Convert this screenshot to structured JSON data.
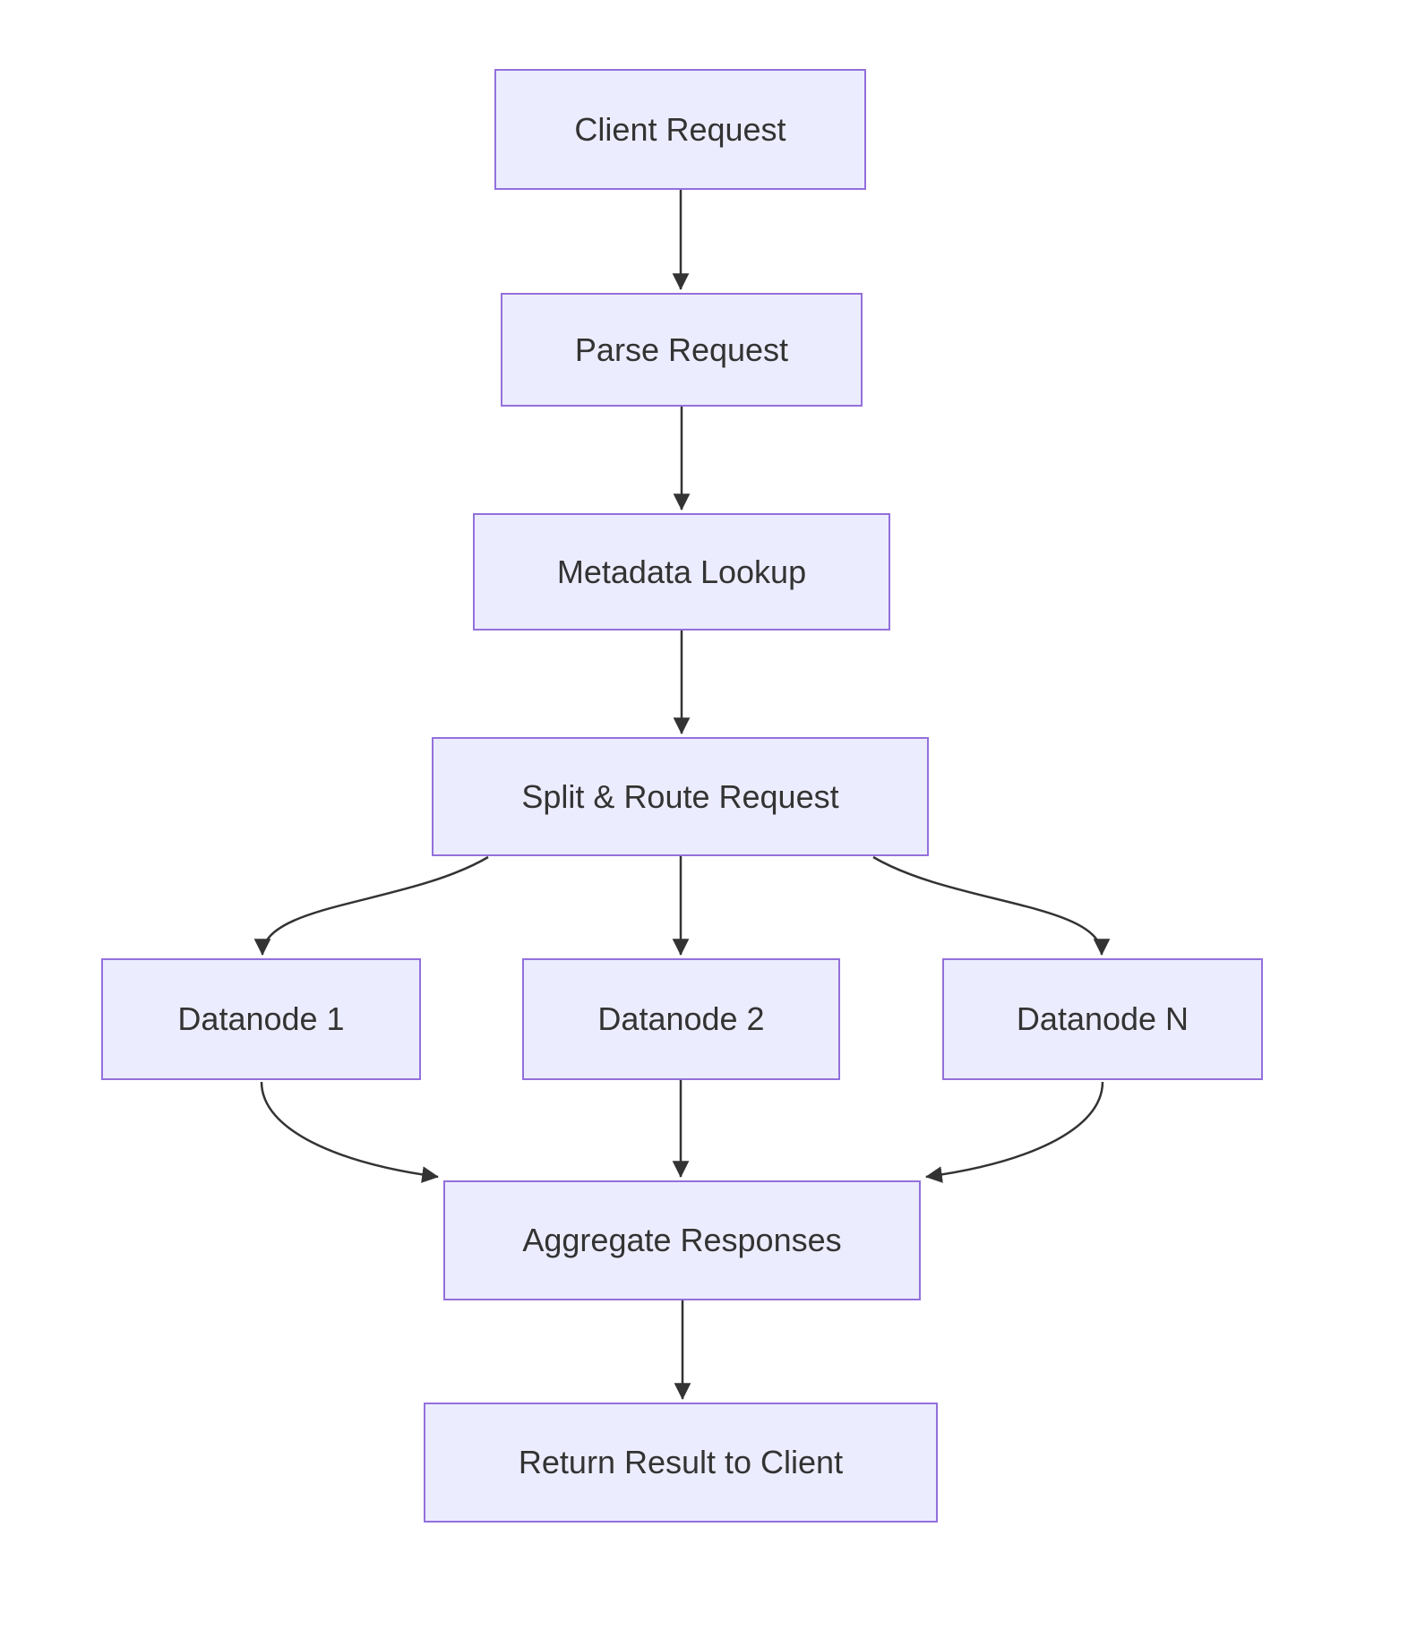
{
  "diagram": {
    "type": "flowchart",
    "direction": "top-down",
    "background_color": "#ffffff",
    "node_fill_color": "#ECECFF",
    "node_border_color": "#9370DB",
    "edge_color": "#333333",
    "text_color": "#333333"
  },
  "nodes": [
    {
      "id": "client",
      "label": "Client Request"
    },
    {
      "id": "parse",
      "label": "Parse Request"
    },
    {
      "id": "metadata",
      "label": "Metadata Lookup"
    },
    {
      "id": "split",
      "label": "Split & Route Request"
    },
    {
      "id": "datanode1",
      "label": "Datanode 1"
    },
    {
      "id": "datanode2",
      "label": "Datanode 2"
    },
    {
      "id": "datanodeN",
      "label": "Datanode N"
    },
    {
      "id": "aggregate",
      "label": "Aggregate Responses"
    },
    {
      "id": "return",
      "label": "Return Result to Client"
    }
  ],
  "edges": [
    {
      "from": "client",
      "to": "parse"
    },
    {
      "from": "parse",
      "to": "metadata"
    },
    {
      "from": "metadata",
      "to": "split"
    },
    {
      "from": "split",
      "to": "datanode1"
    },
    {
      "from": "split",
      "to": "datanode2"
    },
    {
      "from": "split",
      "to": "datanodeN"
    },
    {
      "from": "datanode1",
      "to": "aggregate"
    },
    {
      "from": "datanode2",
      "to": "aggregate"
    },
    {
      "from": "datanodeN",
      "to": "aggregate"
    },
    {
      "from": "aggregate",
      "to": "return"
    }
  ]
}
